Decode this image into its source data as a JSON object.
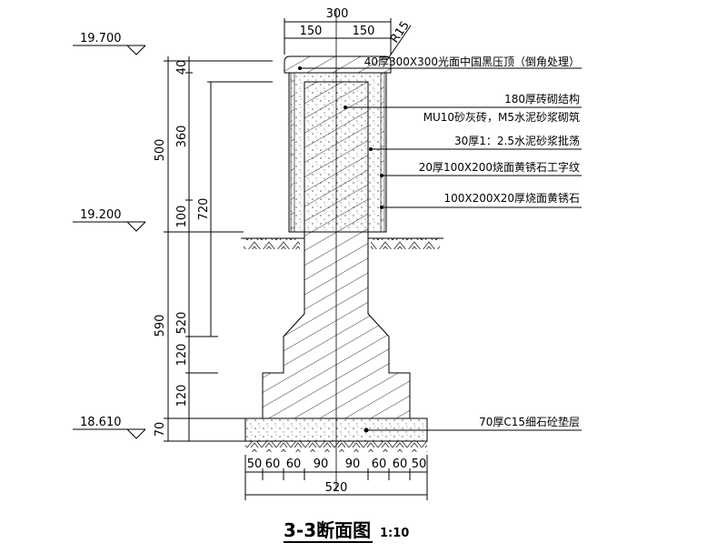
{
  "title": {
    "main": "3-3断面图",
    "scale": "1:10"
  },
  "elevations": [
    "19.700",
    "19.200",
    "18.610"
  ],
  "top_dims": {
    "total": "300",
    "left": "150",
    "right": "150",
    "radius": "R15"
  },
  "left_dims_outer": [
    "500",
    "590",
    "70"
  ],
  "left_dims_inner": [
    "40",
    "360",
    "100",
    "520",
    "120",
    "120"
  ],
  "left_dim_720": "720",
  "bottom_dims": [
    "50",
    "60",
    "60",
    "90",
    "90",
    "60",
    "60",
    "50"
  ],
  "bottom_total": "520",
  "notes": [
    "40厚300X300光面中国黑压顶（倒角处理）",
    "180厚砖砌结构",
    "MU10砂灰砖，M5水泥砂浆砌筑",
    "30厚1：2.5水泥砂浆批荡",
    "20厚100X200烧面黄锈石工字纹",
    "100X200X20厚烧面黄锈石",
    "70厚C15细石砼垫层"
  ]
}
